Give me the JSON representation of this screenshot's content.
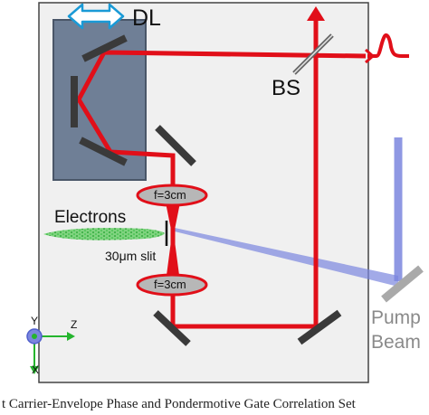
{
  "labels": {
    "delay_line": "DL",
    "beam_splitter": "BS",
    "lens_top": "f=3cm",
    "lens_bottom": "f=3cm",
    "electrons": "Electrons",
    "slit": "30μm slit",
    "pump_line1": "Pump",
    "pump_line2": "Beam"
  },
  "axes": {
    "y": "Y",
    "z": "Z",
    "x": "X"
  },
  "caption": "t Carrier-Envelope Phase and Pondermotive Gate Correlation Set",
  "colors": {
    "laser_beam": "#e10f19",
    "pump_beam": "#7b86de",
    "stage_panel": "#f0f0f0",
    "delay_stage": "#6f7f96",
    "mirror": "#3a3a3a",
    "lens_fill": "#b7b7b7",
    "electrons": "#34b83a",
    "axis_arrow": "#25b52e"
  }
}
